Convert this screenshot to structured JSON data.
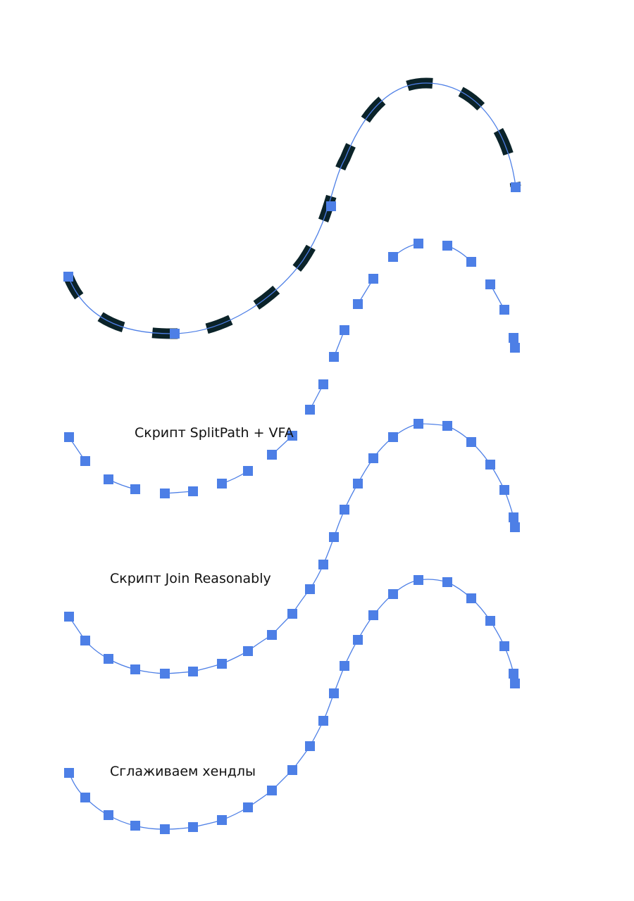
{
  "colors": {
    "path": "#4d7fe6",
    "anchor": "#4d7fe6",
    "dash": "#0b2329",
    "text": "#111111",
    "background": "#ffffff"
  },
  "labels": {
    "splitpath": "Скрипт SplitPath + VFA",
    "join": "Скрипт Join Reasonably",
    "smooth": "Сглаживаем хендлы"
  }
}
